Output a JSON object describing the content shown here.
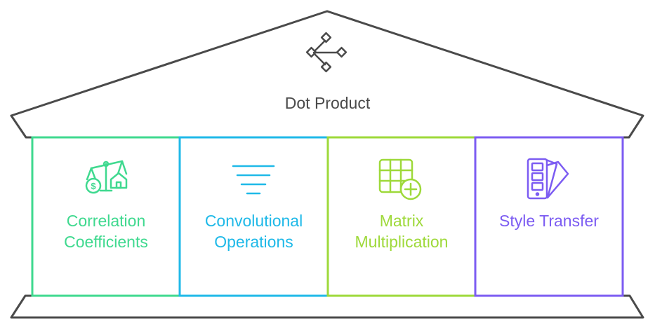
{
  "roof": {
    "title": "Dot Product",
    "icon": "network-nodes-icon"
  },
  "pillars": [
    {
      "lines": [
        "Correlation",
        "Coefficients"
      ],
      "color": "#3fd98f",
      "icon": "balance-scale-icon"
    },
    {
      "lines": [
        "Convolutional",
        "Operations"
      ],
      "color": "#1fb9e8",
      "icon": "filter-funnel-icon"
    },
    {
      "lines": [
        "Matrix",
        "Multiplication"
      ],
      "color": "#9ed93a",
      "icon": "grid-add-icon"
    },
    {
      "lines": [
        "Style Transfer"
      ],
      "color": "#7c5cf2",
      "icon": "color-swatches-icon"
    }
  ],
  "colors": {
    "structure": "#4a4a4a"
  }
}
